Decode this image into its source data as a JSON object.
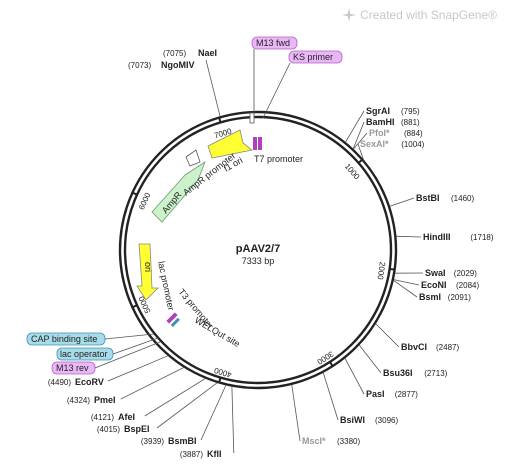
{
  "watermark": {
    "text": "Created with SnapGene®",
    "icon": "snapgene-star-icon"
  },
  "plasmid": {
    "name": "pAAV2/7",
    "length": "7333 bp"
  },
  "ruler": [
    "1000",
    "2000",
    "3000",
    "4000",
    "5000",
    "6000",
    "7000"
  ],
  "sites_right": [
    {
      "name": "SgrAI",
      "pos": "(795)",
      "style": "normal"
    },
    {
      "name": "BamHI",
      "pos": "(881)",
      "style": "normal"
    },
    {
      "name": "PfoI*",
      "pos": "(884)",
      "style": "gray"
    },
    {
      "name": "SexAI*",
      "pos": "(1004)",
      "style": "gray"
    },
    {
      "name": "BstBI",
      "pos": "(1460)",
      "style": "normal"
    },
    {
      "name": "HindIII",
      "pos": "(1718)",
      "style": "normal"
    },
    {
      "name": "SwaI",
      "pos": "(2029)",
      "style": "normal"
    },
    {
      "name": "EcoNI",
      "pos": "(2084)",
      "style": "normal"
    },
    {
      "name": "BsmI",
      "pos": "(2091)",
      "style": "normal"
    },
    {
      "name": "BbvCI",
      "pos": "(2487)",
      "style": "normal"
    },
    {
      "name": "Bsu36I",
      "pos": "(2713)",
      "style": "normal"
    },
    {
      "name": "PasI",
      "pos": "(2877)",
      "style": "normal"
    },
    {
      "name": "BsiWI",
      "pos": "(3096)",
      "style": "normal"
    },
    {
      "name": "MscI*",
      "pos": "(3380)",
      "style": "gray"
    }
  ],
  "sites_top": [
    {
      "name": "NaeI",
      "pos": "(7075)"
    },
    {
      "name": "NgoMIV",
      "pos": "(7073)"
    }
  ],
  "sites_bottom": [
    {
      "name": "EcoRV",
      "pos": "(4490)"
    },
    {
      "name": "PmeI",
      "pos": "(4324)"
    },
    {
      "name": "AfeI",
      "pos": "(4121)"
    },
    {
      "name": "BspEI",
      "pos": "(4015)"
    },
    {
      "name": "BsmBI",
      "pos": "(3939)"
    },
    {
      "name": "KflI",
      "pos": "(3887)"
    }
  ],
  "primers": [
    {
      "name": "M13 fwd"
    },
    {
      "name": "KS primer"
    },
    {
      "name": "M13 rev"
    }
  ],
  "binding_sites": [
    {
      "name": "CAP binding site"
    },
    {
      "name": "lac operator"
    }
  ],
  "features": {
    "t7": "T7 promoter",
    "f1": "f1 ori",
    "ampr": "AmpR",
    "ampr_promoter": "AmpR promoter",
    "ori": "ori",
    "lac": "lac promoter",
    "t3": "T3 promoter",
    "welqut": "WELQut site"
  },
  "colors": {
    "primer_fill": "#e9b8f4",
    "primer_stroke": "#b85fd0",
    "binding_fill": "#a9dcea",
    "binding_stroke": "#3d93ad",
    "ori_fill": "#ffff33",
    "ampr_fill": "#ccf2cc",
    "promoter_purple": "#b040c0"
  }
}
